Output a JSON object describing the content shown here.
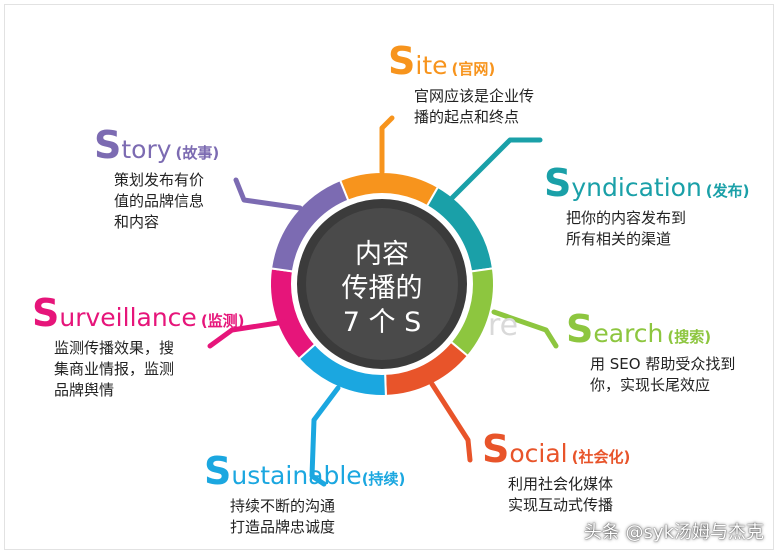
{
  "center": {
    "lines": [
      "内容",
      "传播的",
      "7 个 S"
    ]
  },
  "items": [
    {
      "key": "site",
      "letter": "S",
      "rest": "ite",
      "cn": "(官网)",
      "color": "#f7941d",
      "desc": [
        "官网应该是企业传",
        "播的起点和终点"
      ]
    },
    {
      "key": "syndication",
      "letter": "S",
      "rest": "yndication",
      "cn": "(发布)",
      "color": "#1aa0a8",
      "desc": [
        "把你的内容发布到",
        "所有相关的渠道"
      ]
    },
    {
      "key": "search",
      "letter": "S",
      "rest": "earch",
      "cn": "(搜索)",
      "color": "#8dc63f",
      "desc": [
        "用 SEO 帮助受众找到",
        "你，实现长尾效应"
      ]
    },
    {
      "key": "social",
      "letter": "S",
      "rest": "ocial",
      "cn": "(社会化)",
      "color": "#e8542a",
      "desc": [
        "利用社会化媒体",
        "实现互动式传播"
      ]
    },
    {
      "key": "sustainable",
      "letter": "S",
      "rest": "ustainable",
      "cn": "(持续)",
      "color": "#1ba7e0",
      "desc": [
        "持续不断的沟通",
        "打造品牌忠诚度"
      ]
    },
    {
      "key": "surveillance",
      "letter": "S",
      "rest": "urveillance",
      "cn": "(监测)",
      "color": "#e6157a",
      "desc": [
        "监测传播效果，搜",
        "集商业情报，监测",
        "品牌舆情"
      ]
    },
    {
      "key": "story",
      "letter": "S",
      "rest": "tory",
      "cn": "(故事)",
      "color": "#7c6bb2",
      "desc": [
        "策划发布有价",
        "值的品牌信息",
        "和内容"
      ]
    }
  ],
  "watermark": "头条 @syk汤姆与杰克",
  "ghost_text": "re"
}
